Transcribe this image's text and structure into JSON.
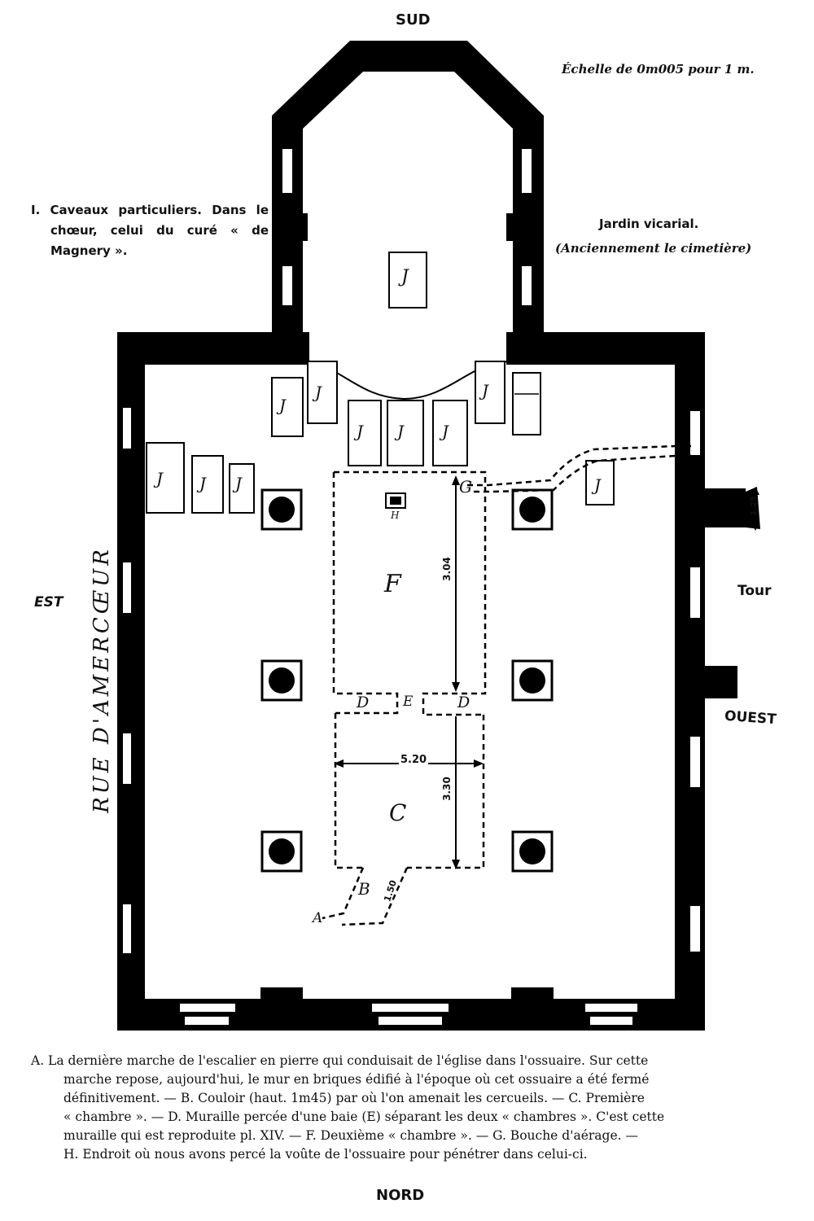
{
  "orientation": {
    "south": "SUD",
    "north": "NORD",
    "east": "EST",
    "west": "OUEST"
  },
  "scale": "Échelle de 0m005 pour 1 m.",
  "street": "RUE D'AMERCŒUR",
  "notes": {
    "vaults": [
      "I. Caveaux particuliers. Dans le",
      "chœur, celui du curé « de",
      "Magnery »."
    ],
    "garden_title": "Jardin vicarial.",
    "garden_sub": "(Anciennement le cimetière)",
    "tower": "Tour"
  },
  "plan_letters": {
    "vault": "J",
    "A": "A",
    "B": "B",
    "C": "C",
    "D": "D",
    "E": "E",
    "F": "F",
    "G": "G",
    "H": "H"
  },
  "dimensions": {
    "width": "5.20",
    "height_C": "3.30",
    "height_F": "3.04",
    "corridor": "1.50",
    "tower_mark": "1.25"
  },
  "caption": [
    "A. La dernière marche de l'escalier en pierre qui conduisait de l'église dans l'ossuaire. Sur cette",
    "marche repose, aujourd'hui, le mur en briques édifié à l'époque où cet ossuaire a été fermé",
    "définitivement. — B. Couloir (haut. 1m45) par où l'on amenait les cercueils. — C. Première",
    "« chambre ». — D. Muraille percée d'une baie (E) séparant les deux « chambres ». C'est cette",
    "muraille qui est reproduite pl. XIV. — F. Deuxième « chambre ». — G. Bouche d'aérage. —",
    "H. Endroit où nous avons percé la voûte de l'ossuaire pour pénétrer dans celui-ci."
  ]
}
